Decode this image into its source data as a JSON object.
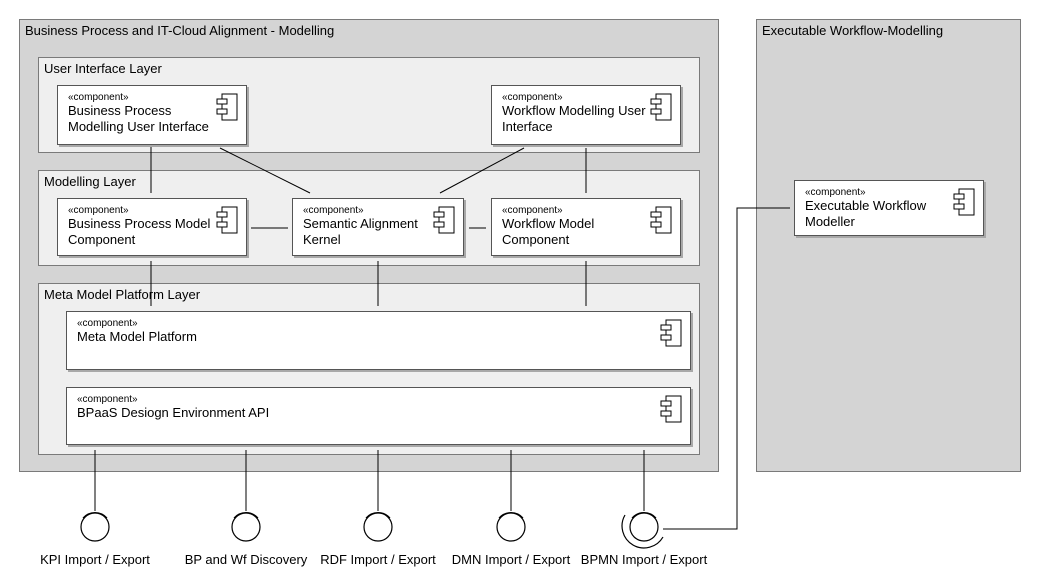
{
  "packages": {
    "business_it": {
      "title": "Business Process and IT-Cloud Alignment - Modelling"
    },
    "executable": {
      "title": "Executable Workflow-Modelling"
    }
  },
  "layers": {
    "ui": {
      "title": "User Interface Layer"
    },
    "modelling": {
      "title": "Modelling Layer"
    },
    "meta": {
      "title": "Meta Model Platform Layer"
    }
  },
  "stereotype": "«component»",
  "components": {
    "bp_ui": {
      "name": "Business Process Modelling User Interface"
    },
    "wf_ui": {
      "name": "Workflow Modelling User Interface"
    },
    "bp_model": {
      "name": "Business Process Model Component"
    },
    "sem_kernel": {
      "name": "Semantic Alignment Kernel"
    },
    "wf_model": {
      "name": "Workflow Model Component"
    },
    "meta_platform": {
      "name": "Meta Model Platform"
    },
    "bpaas_api": {
      "name": "BPaaS Desiogn Environment API"
    },
    "exec_modeller": {
      "name": "Executable Workflow Modeller"
    }
  },
  "interfaces": [
    {
      "label": "KPI Import / Export"
    },
    {
      "label": "BP and Wf Discovery"
    },
    {
      "label": "RDF Import / Export"
    },
    {
      "label": "DMN Import / Export"
    },
    {
      "label": "BPMN Import / Export"
    }
  ],
  "colors": {
    "package_fill": "#d4d4d4",
    "layer_fill": "#efefef",
    "component_fill": "#ffffff",
    "line": "#000000"
  }
}
